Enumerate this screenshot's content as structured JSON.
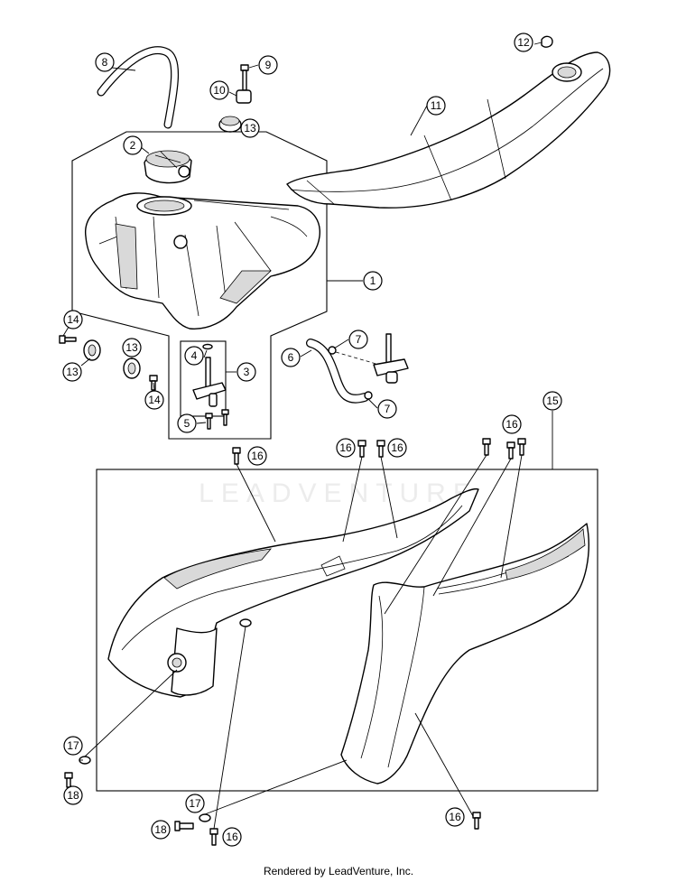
{
  "watermark": "LEADVENTURE",
  "footer": "Rendered by LeadVenture, Inc.",
  "callouts": [
    {
      "id": "c1",
      "label": "1"
    },
    {
      "id": "c2",
      "label": "2"
    },
    {
      "id": "c3",
      "label": "3"
    },
    {
      "id": "c4",
      "label": "4"
    },
    {
      "id": "c5",
      "label": "5"
    },
    {
      "id": "c6",
      "label": "6"
    },
    {
      "id": "c7a",
      "label": "7"
    },
    {
      "id": "c7b",
      "label": "7"
    },
    {
      "id": "c8",
      "label": "8"
    },
    {
      "id": "c9",
      "label": "9"
    },
    {
      "id": "c10",
      "label": "10"
    },
    {
      "id": "c11",
      "label": "11"
    },
    {
      "id": "c12",
      "label": "12"
    },
    {
      "id": "c13a",
      "label": "13"
    },
    {
      "id": "c13b",
      "label": "13"
    },
    {
      "id": "c13c",
      "label": "13"
    },
    {
      "id": "c14a",
      "label": "14"
    },
    {
      "id": "c14b",
      "label": "14"
    },
    {
      "id": "c15",
      "label": "15"
    },
    {
      "id": "c16a",
      "label": "16"
    },
    {
      "id": "c16b",
      "label": "16"
    },
    {
      "id": "c16c",
      "label": "16"
    },
    {
      "id": "c16d",
      "label": "16"
    },
    {
      "id": "c16e",
      "label": "16"
    },
    {
      "id": "c16f",
      "label": "16"
    },
    {
      "id": "c17a",
      "label": "17"
    },
    {
      "id": "c17b",
      "label": "17"
    },
    {
      "id": "c18a",
      "label": "18"
    },
    {
      "id": "c18b",
      "label": "18"
    }
  ]
}
